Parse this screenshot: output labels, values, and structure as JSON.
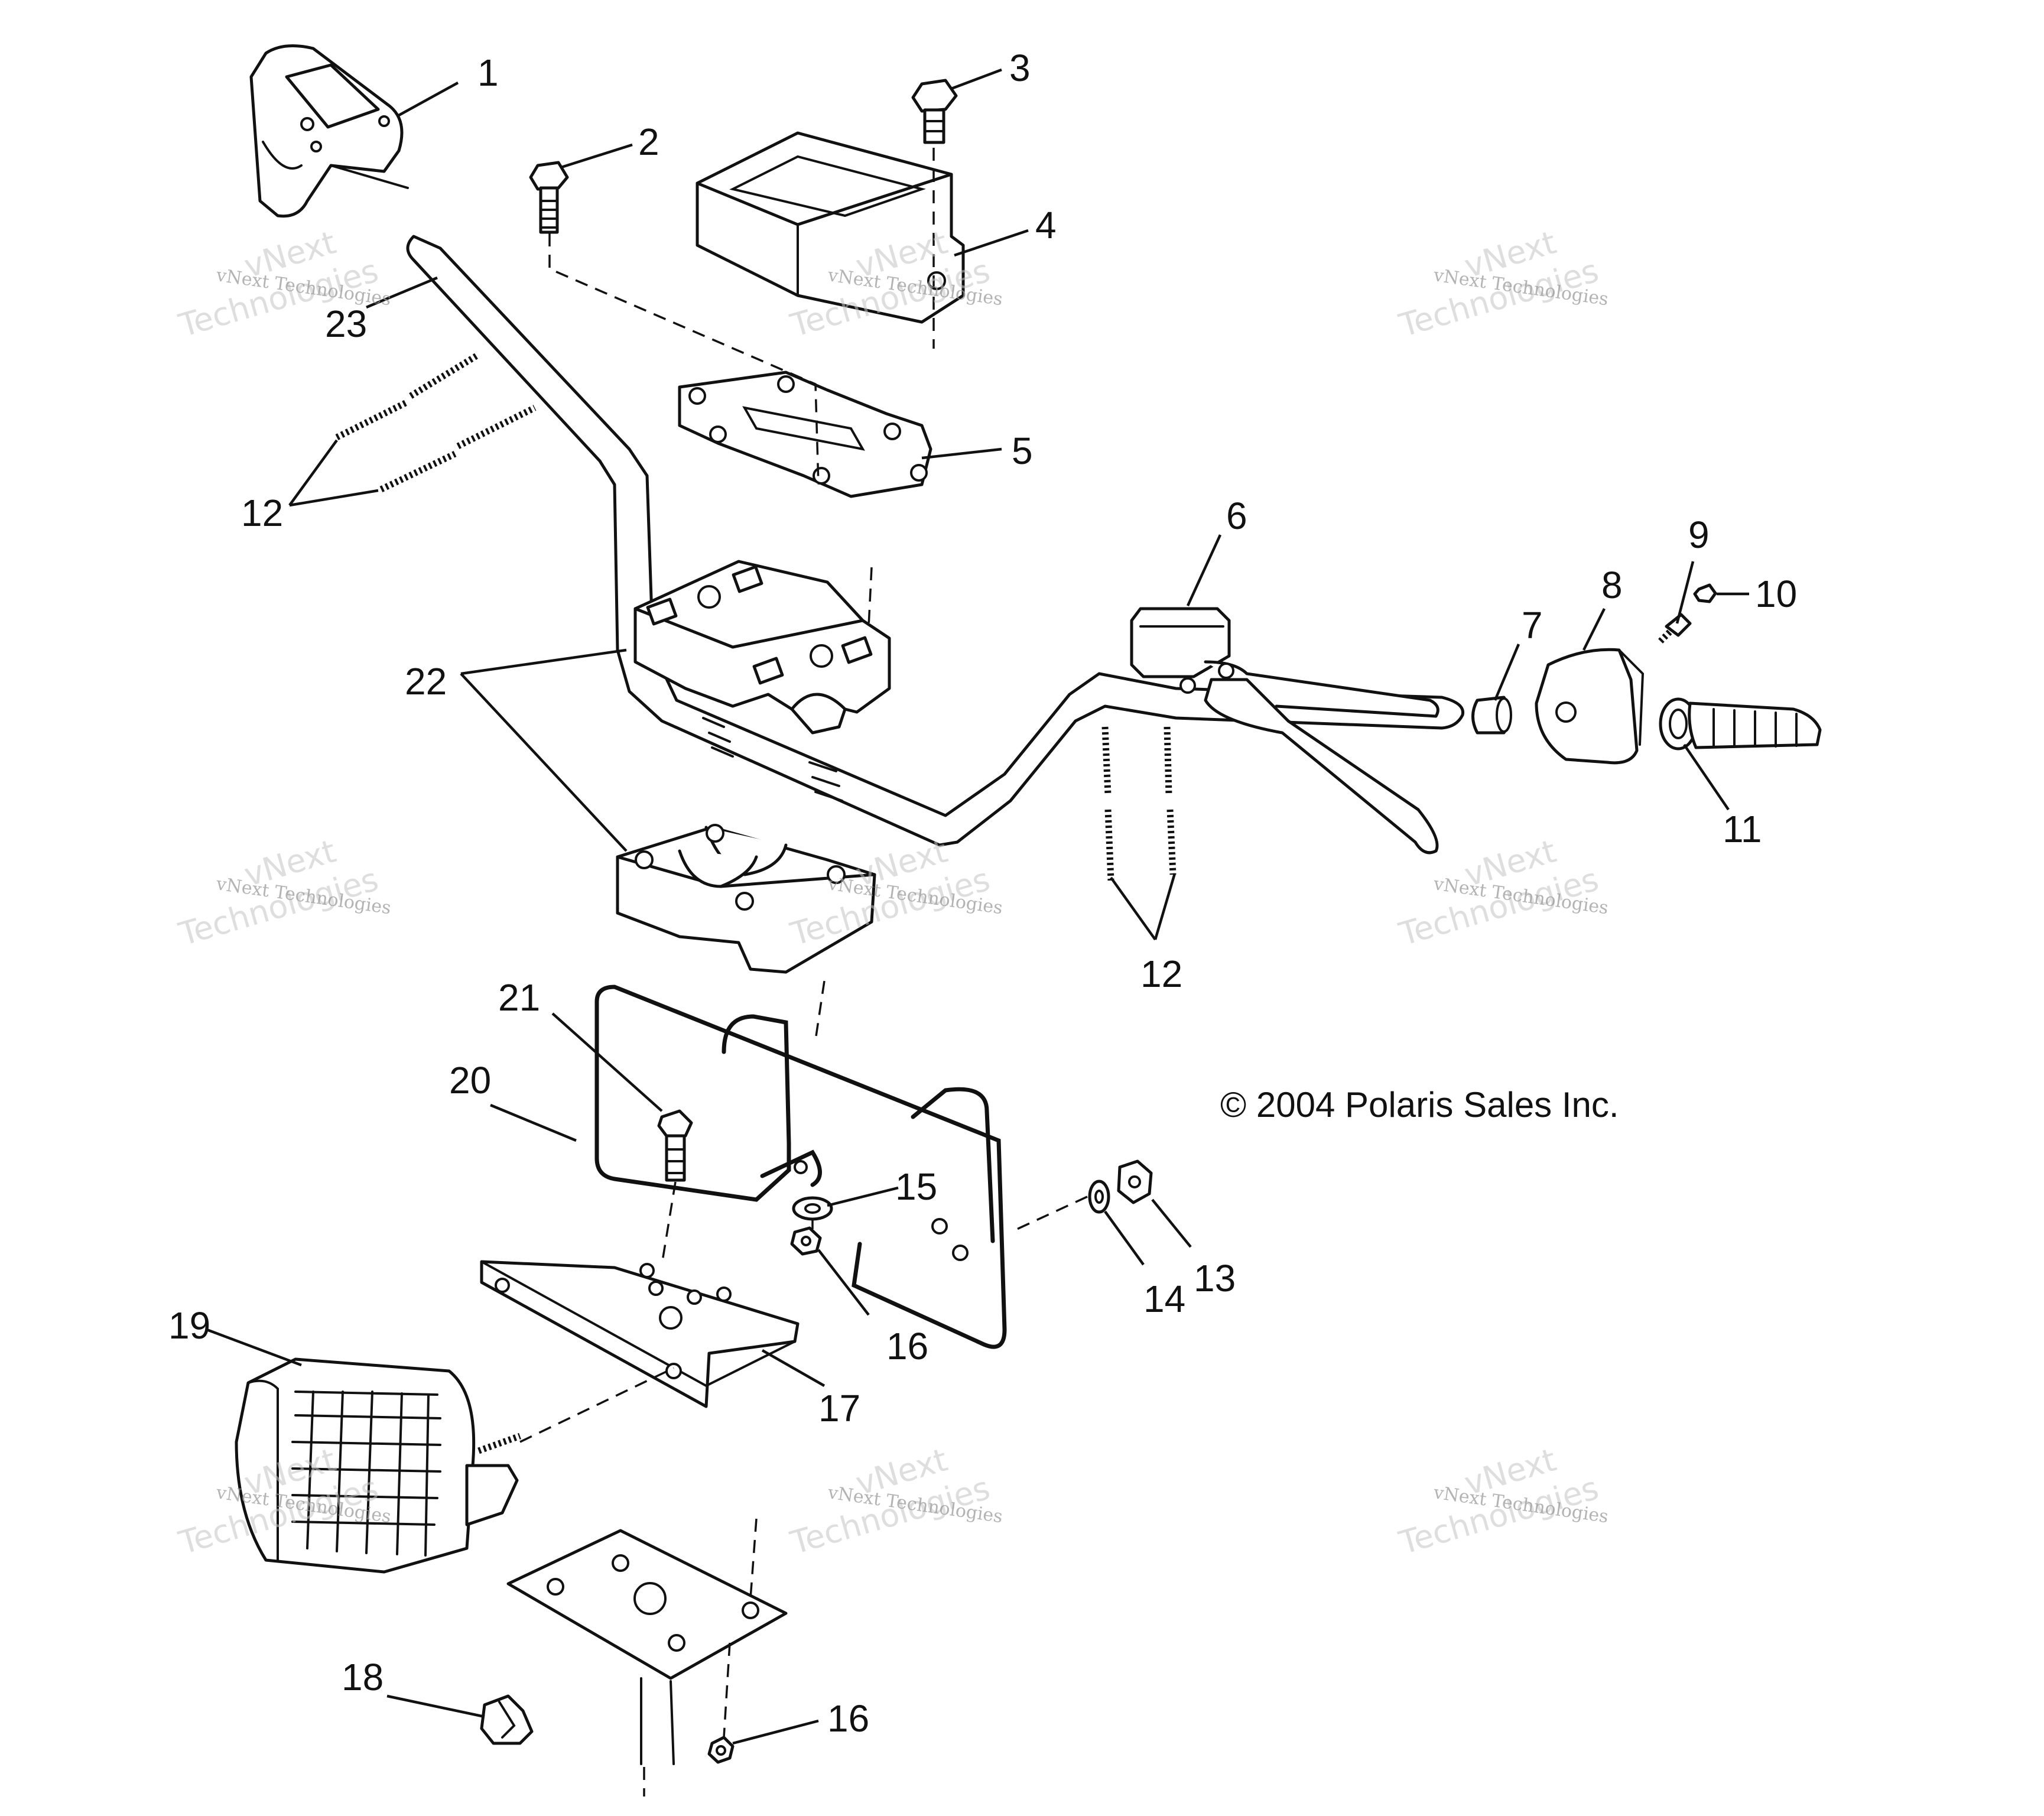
{
  "diagram": {
    "copyright": "© 2004 Polaris Sales Inc.",
    "watermark": {
      "line1": "vNext Technologies",
      "line2": "vNext",
      "line3": "Technologies"
    },
    "callouts": {
      "c1": "1",
      "c2": "2",
      "c3": "3",
      "c4": "4",
      "c5": "5",
      "c6": "6",
      "c7": "7",
      "c8": "8",
      "c9": "9",
      "c10": "10",
      "c11": "11",
      "c12a": "12",
      "c12b": "12",
      "c13": "13",
      "c14": "14",
      "c15": "15",
      "c16a": "16",
      "c16b": "16",
      "c17": "17",
      "c18": "18",
      "c19": "19",
      "c20": "20",
      "c21": "21",
      "c22": "22",
      "c23": "23"
    }
  }
}
